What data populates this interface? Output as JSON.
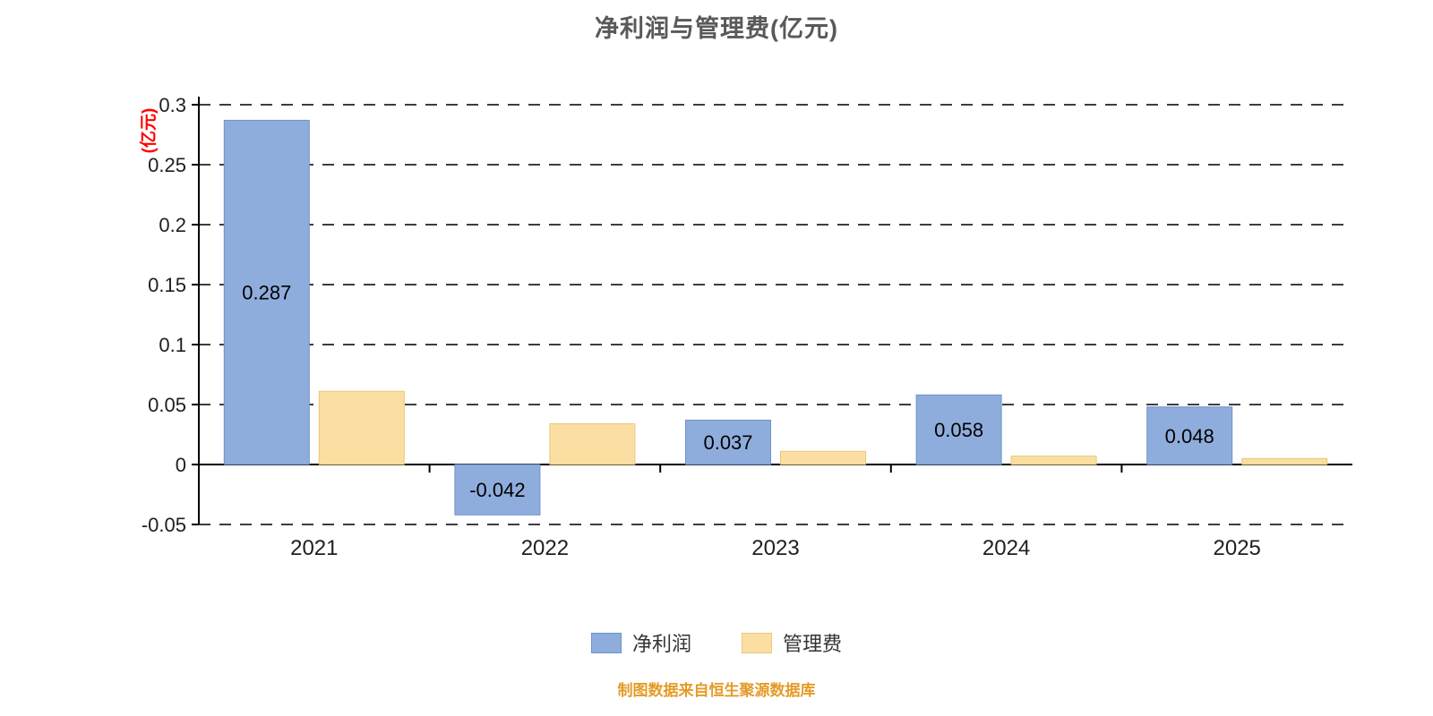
{
  "page": {
    "title": "净利润与管理费(亿元)",
    "source_note": "制图数据来自恒生聚源数据库"
  },
  "legend": {
    "items": [
      {
        "label": "净利润",
        "color": "#8FADDC"
      },
      {
        "label": "管理费",
        "color": "#FBDFA2"
      }
    ]
  },
  "chart_data": {
    "type": "bar",
    "title": "净利润与管理费(亿元)",
    "categories": [
      "2021",
      "2022",
      "2023",
      "2024",
      "2025"
    ],
    "series": [
      {
        "name": "净利润",
        "color": "#8FADDC",
        "border": "#6E93CB",
        "values": [
          0.287,
          -0.042,
          0.037,
          0.058,
          0.048
        ],
        "show_labels": true
      },
      {
        "name": "管理费",
        "color": "#FBDFA2",
        "border": "#E9C77C",
        "values": [
          0.061,
          0.034,
          0.011,
          0.007,
          0.005
        ],
        "show_labels": false
      }
    ],
    "ylabel": "(亿元)",
    "yticks": [
      0.3,
      0.25,
      0.2,
      0.15,
      0.1,
      0.05,
      0,
      -0.05
    ],
    "ylim": [
      -0.05,
      0.3
    ],
    "grid": "dashed-horizontal",
    "legend_position": "bottom"
  },
  "colors": {
    "background": "#FFFFFF",
    "title": "#595959",
    "axis": "#000000",
    "grid": "#3D3D3D",
    "tick_label": "#1F1F1F",
    "ylabel": "#FF0000",
    "bar_label": "#000000",
    "legend_label": "#333333",
    "source": "#E49B27"
  }
}
